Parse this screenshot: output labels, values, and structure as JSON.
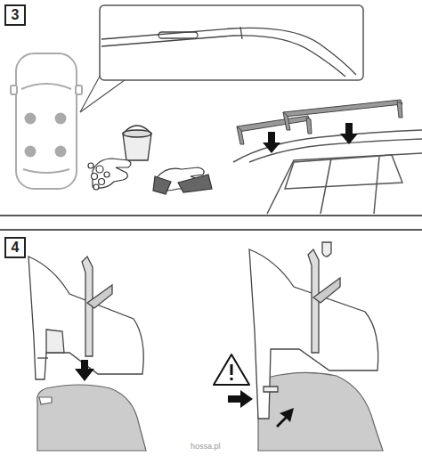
{
  "diagram": {
    "nodes": [
      {
        "text": [
          "3"
        ]
      },
      {
        "text": [
          "4"
        ]
      }
    ],
    "labels": [
      "hossa.pl"
    ]
  }
}
